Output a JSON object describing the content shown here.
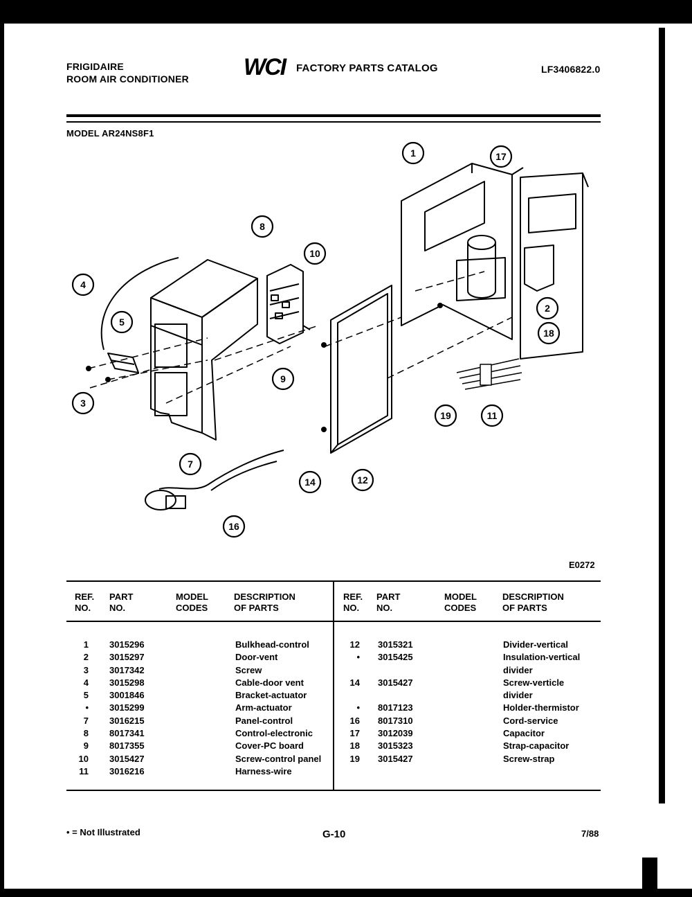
{
  "header": {
    "brand": "FRIGIDAIRE",
    "product": "ROOM AIR CONDITIONER",
    "logo": "WCI",
    "catalog_title": "FACTORY PARTS CATALOG",
    "doc_number": "LF3406822.0",
    "model_label": "MODEL AR24NS8F1"
  },
  "diagram": {
    "figure_code": "E0272",
    "callouts": [
      "1",
      "17",
      "8",
      "10",
      "4",
      "5",
      "2",
      "18",
      "9",
      "3",
      "19",
      "11",
      "7",
      "14",
      "12",
      "16"
    ]
  },
  "table": {
    "headers": {
      "ref": "REF.\nNO.",
      "part": "PART\nNO.",
      "model": "MODEL\nCODES",
      "desc": "DESCRIPTION\nOF PARTS"
    },
    "left": {
      "ref": [
        "1",
        "2",
        "3",
        "4",
        "5",
        "•",
        "7",
        "8",
        "9",
        "10",
        "11"
      ],
      "part": [
        "3015296",
        "3015297",
        "3017342",
        "3015298",
        "3001846",
        "3015299",
        "3016215",
        "8017341",
        "8017355",
        "3015427",
        "3016216"
      ],
      "desc": [
        "Bulkhead-control",
        "Door-vent",
        "Screw",
        "Cable-door vent",
        "Bracket-actuator",
        "Arm-actuator",
        "Panel-control",
        "Control-electronic",
        "Cover-PC board",
        "Screw-control panel",
        "Harness-wire"
      ]
    },
    "right": {
      "ref": [
        "12",
        "•",
        "",
        "14",
        "",
        "•",
        "16",
        "17",
        "18",
        "19"
      ],
      "part": [
        "3015321",
        "3015425",
        "",
        "3015427",
        "",
        "8017123",
        "8017310",
        "3012039",
        "3015323",
        "3015427"
      ],
      "desc": [
        "Divider-vertical",
        "Insulation-vertical",
        "divider",
        "Screw-verticle",
        "divider",
        "Holder-thermistor",
        "Cord-service",
        "Capacitor",
        "Strap-capacitor",
        "Screw-strap"
      ]
    }
  },
  "footer": {
    "note": "• = Not Illustrated",
    "page": "G-10",
    "date": "7/88"
  }
}
